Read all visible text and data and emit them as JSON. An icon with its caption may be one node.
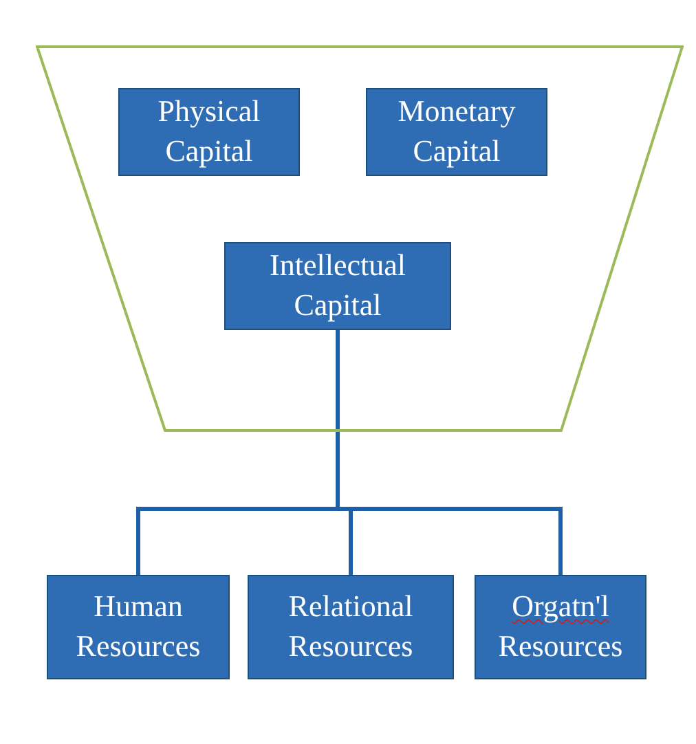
{
  "diagram": {
    "nodes": [
      {
        "text": [],
        "shape": "trapezoid"
      },
      {
        "text": [
          "Physical Capital"
        ],
        "in": 0
      },
      {
        "text": [
          "Monetary Capital"
        ],
        "in": 0
      },
      {
        "text": [
          "Intellectual Capital"
        ],
        "in": 0
      },
      {
        "text": [
          "Human Resources"
        ]
      },
      {
        "text": [
          "Relational Resources"
        ]
      },
      {
        "text": [
          "Orgatn'l Resources"
        ]
      }
    ],
    "edges": [
      {
        "from": 3,
        "to": 4,
        "arrow": "none"
      },
      {
        "from": 3,
        "to": 5,
        "arrow": "none"
      },
      {
        "from": 3,
        "to": 6,
        "arrow": "none"
      }
    ]
  }
}
